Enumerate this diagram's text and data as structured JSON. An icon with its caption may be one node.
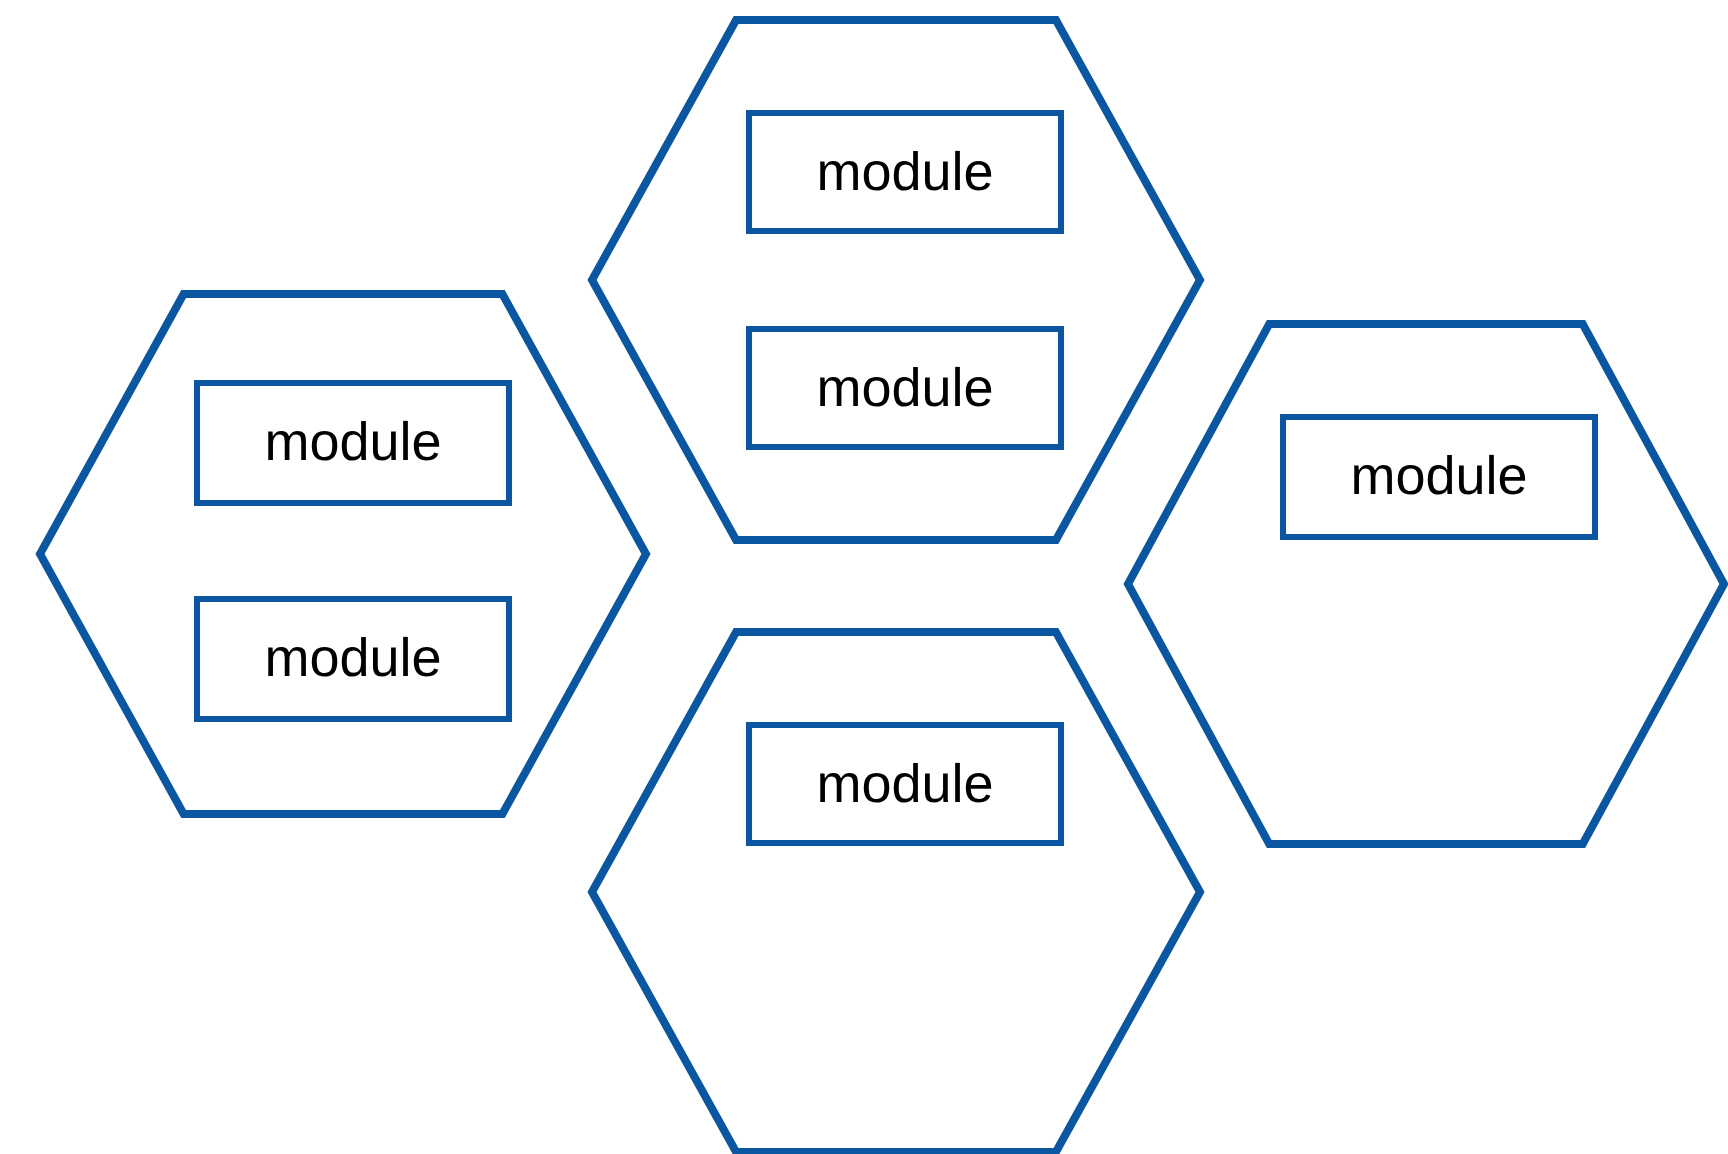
{
  "diagram": {
    "nodes": [
      {
        "text": [],
        "shape": "hexagon"
      },
      {
        "text": [
          "module"
        ],
        "in": 0
      },
      {
        "text": [
          "module"
        ],
        "in": 0
      },
      {
        "text": [],
        "shape": "hexagon"
      },
      {
        "text": [
          "module"
        ],
        "in": 3
      },
      {
        "text": [
          "module"
        ],
        "in": 3
      },
      {
        "text": [],
        "shape": "hexagon"
      },
      {
        "text": [
          "module"
        ],
        "in": 6
      },
      {
        "text": [],
        "shape": "hexagon"
      },
      {
        "text": [
          "module"
        ],
        "in": 8
      }
    ]
  }
}
